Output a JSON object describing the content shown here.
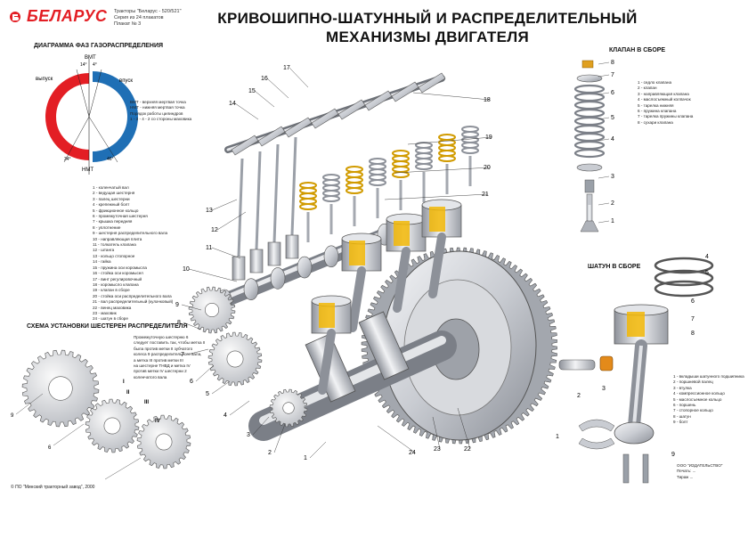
{
  "brand": {
    "logo": "БЕЛАРУС",
    "info": [
      "Тракторы \"Беларус - 520/521\"",
      "Серия из 24 плакатов",
      "Плакат № 3"
    ]
  },
  "title": {
    "line1": "КРИВОШИПНО-ШАТУННЫЙ И РАСПРЕДЕЛИТЕЛЬНЫЙ",
    "line2": "МЕХАНИЗМЫ ДВИГАТЕЛЯ"
  },
  "phase_diagram": {
    "title": "ДИАГРАММА ФАЗ ГАЗОРАСПРЕДЕЛЕНИЯ",
    "vmt": "ВМТ",
    "nmt": "НМТ",
    "exhaust": "выпуск",
    "intake": "впуск",
    "angle_top_left": "14°",
    "angle_top_right": "4°",
    "angle_bottom_left": "34°",
    "angle_bottom_right": "46°",
    "notes": [
      "ВМТ - верхняя мертвая точка",
      "НМТ - нижняя мертвая точка",
      "",
      "Порядок работы цилиндров",
      "1 - 3 - 4 - 2 со стороны маховика"
    ],
    "colors": {
      "exhaust": "#e31e24",
      "intake": "#1f6fb5"
    }
  },
  "main_legend": [
    "1 - коленчатый вал",
    "2 - ведущая шестерня",
    "3 - палец шестерни",
    "4 - крепежный болт",
    "5 - фрикционное кольцо",
    "6 - промежуточная шестерня",
    "7 - крышка передняя",
    "8 - уплотнение",
    "9 - шестерня распределительного вала",
    "10 - направляющая плита",
    "11 - толкатель клапана",
    "12 - штанга",
    "13 - кольцо стопорное",
    "14 - гайка",
    "15 - пружина оси коромысла",
    "16 - стойка оси коромысел",
    "17 - винт регулировочный",
    "18 - коромысло клапана",
    "19 - клапан в сборе",
    "20 - стойка оси распределительного вала",
    "21 - вал распределительный (кулачковый)",
    "22 - венец маховика",
    "23 - маховик",
    "24 - шатун в сборе"
  ],
  "gears_scheme": {
    "title": "СХЕМА УСТАНОВКИ ШЕСТЕРЕН РАСПРЕДЕЛИТЕЛЯ",
    "note": [
      "Промежуточную шестерню 6",
      "следует поставить так, чтобы метка II",
      "была против метки II зубчатого",
      "колеса 9 распределительного вала,",
      "а метка III против метки III",
      "на шестерне ТНВД и метка IV",
      "против метки IV шестерни 2",
      "коленчатого вала"
    ],
    "marks": [
      "I",
      "II",
      "III",
      "IV"
    ],
    "callouts": [
      "9",
      "6",
      "2"
    ]
  },
  "valve_assembly": {
    "title": "КЛАПАН В СБОРЕ",
    "legend": [
      "1 - седло клапана",
      "2 - клапан",
      "3 - направляющая клапана",
      "4 - маслосъемный колпачок",
      "5 - тарелка нижняя",
      "6 - пружина клапана",
      "7 - тарелка пружины клапана",
      "8 - сухари клапана"
    ],
    "callouts": [
      "8",
      "7",
      "6",
      "5",
      "4",
      "3",
      "2",
      "1"
    ]
  },
  "conrod_assembly": {
    "title": "ШАТУН В СБОРЕ",
    "legend": [
      "1 - вкладыши шатунного подшипника",
      "2 - поршневой палец",
      "3 - втулка",
      "4 - компрессионное кольцо",
      "5 - маслосъемное кольцо",
      "6 - поршень",
      "7 - стопорное кольцо",
      "8 - шатун",
      "9 - болт"
    ],
    "callouts": [
      "4",
      "5",
      "6",
      "7",
      "8",
      "1",
      "2",
      "3",
      "9"
    ]
  },
  "engine_callouts": [
    "17",
    "16",
    "15",
    "14",
    "18",
    "19",
    "20",
    "21",
    "13",
    "12",
    "11",
    "10",
    "9",
    "8",
    "7",
    "6",
    "5",
    "4",
    "3",
    "2",
    "1",
    "24",
    "23",
    "22"
  ],
  "footer": {
    "copyright": "© ПО \"Минский тракторный завод\", 2000",
    "imprint": [
      "ООО \"ИЗДАТЕЛЬСТВО\"",
      "Печать: ...",
      "Тираж ..."
    ]
  }
}
